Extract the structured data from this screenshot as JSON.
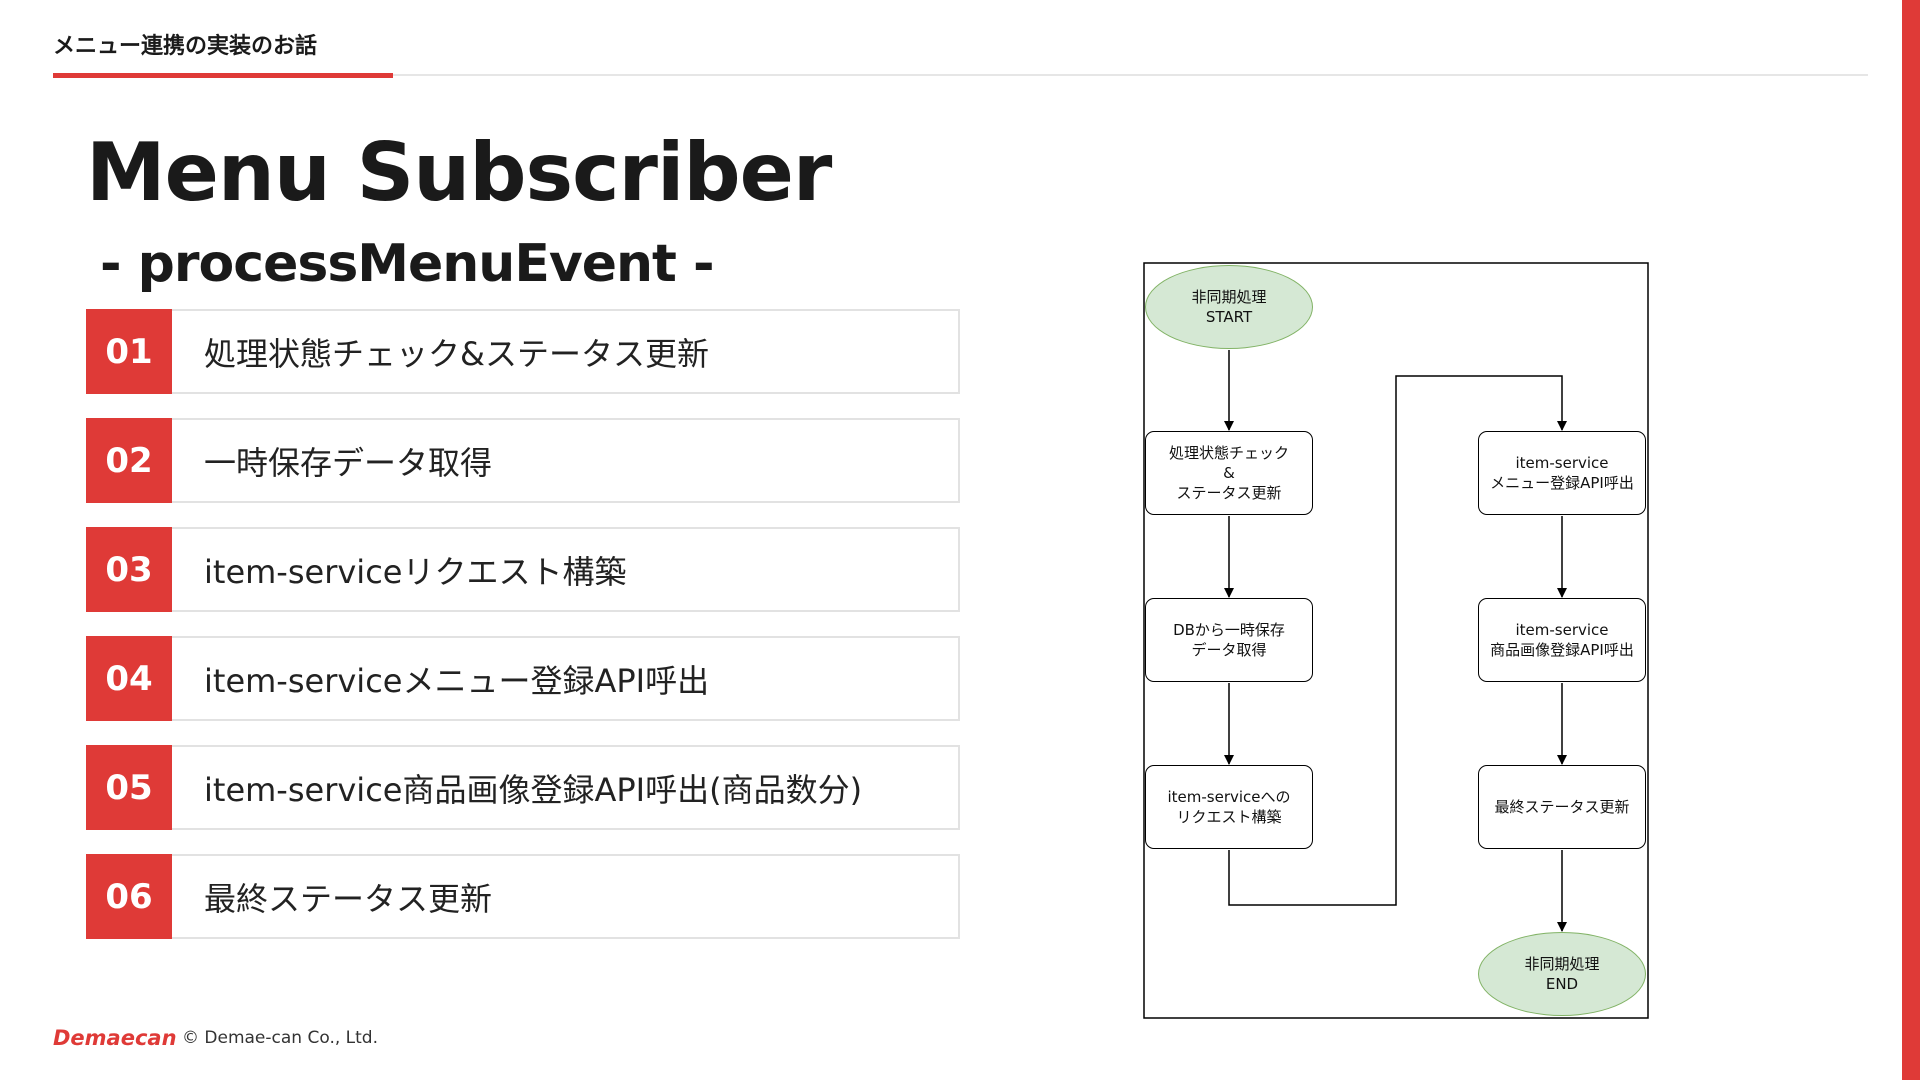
{
  "header": {
    "title": "メニュー連携の実装のお話"
  },
  "slide": {
    "title": "Menu Subscriber",
    "subtitle": "- processMenuEvent -"
  },
  "steps": [
    {
      "num": "01",
      "label": "処理状態チェック&ステータス更新"
    },
    {
      "num": "02",
      "label": "一時保存データ取得"
    },
    {
      "num": "03",
      "label": "item-serviceリクエスト構築"
    },
    {
      "num": "04",
      "label": "item-serviceメニュー登録API呼出"
    },
    {
      "num": "05",
      "label": "item-service商品画像登録API呼出(商品数分)"
    },
    {
      "num": "06",
      "label": "最終ステータス更新"
    }
  ],
  "flowchart": {
    "start": "非同期処理\nSTART",
    "check": "処理状態チェック\n&\nステータス更新",
    "fetch": "DBから一時保存\nデータ取得",
    "build": "item-serviceへの\nリクエスト構築",
    "menu_api": "item-service\nメニュー登録API呼出",
    "image_api": "item-service\n商品画像登録API呼出",
    "final": "最終ステータス更新",
    "end": "非同期処理\nEND"
  },
  "footer": {
    "logo": "Demaecan",
    "copyright": "© Demae-can Co., Ltd."
  },
  "colors": {
    "accent": "#df3a37",
    "oval_fill": "#d5e8d4",
    "oval_stroke": "#82b366"
  }
}
